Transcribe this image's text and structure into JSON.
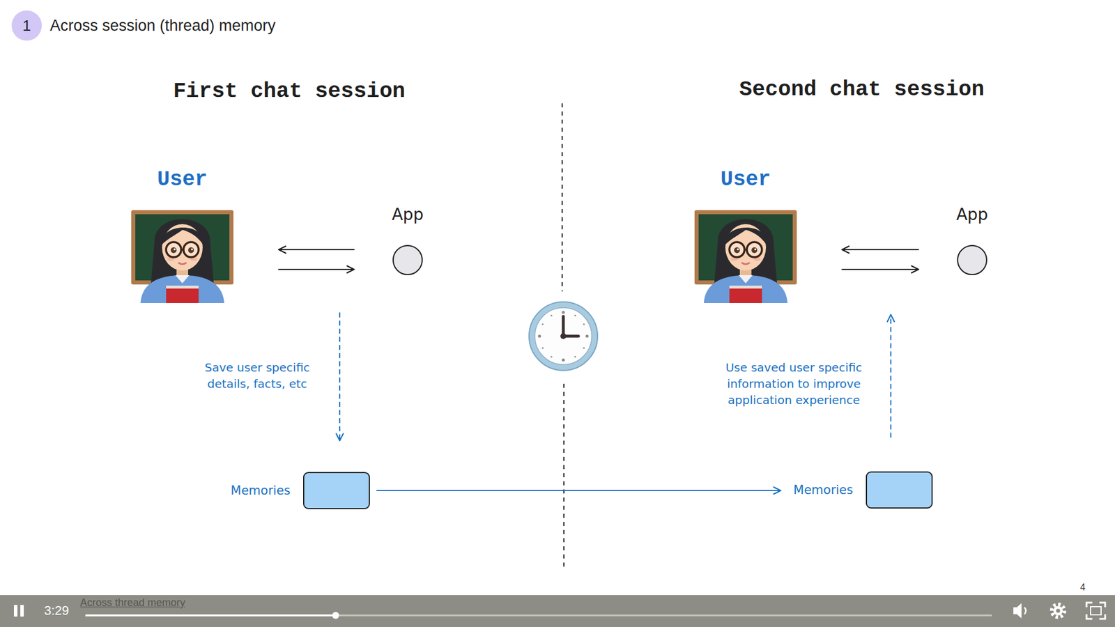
{
  "diagram": {
    "title": "Across session (thread) memory",
    "nodes": [
      {
        "text": [
          "1"
        ]
      },
      {
        "text": [
          "User"
        ]
      },
      {
        "text": [
          "App"
        ]
      },
      {
        "text": [
          "Memories"
        ]
      },
      {
        "text": [
          "User"
        ]
      },
      {
        "text": [
          "App"
        ]
      },
      {
        "text": [
          "Memories"
        ]
      }
    ],
    "edges": [
      {
        "from": 2,
        "to": 1,
        "arrow": "to"
      },
      {
        "from": 1,
        "to": 2,
        "arrow": "to"
      },
      {
        "from": 1,
        "to": 3,
        "label": "Save user specific details, facts, etc",
        "arrow": "to"
      },
      {
        "from": 3,
        "to": 6,
        "arrow": "to"
      },
      {
        "from": 5,
        "to": 4,
        "arrow": "to"
      },
      {
        "from": 4,
        "to": 5,
        "arrow": "to"
      },
      {
        "from": 6,
        "to": 4,
        "label": "Use saved user specific information to improve application experience",
        "arrow": "to"
      }
    ],
    "labels": [
      "First chat session",
      "Second chat session",
      "3:29",
      "Across thread memory",
      "4"
    ]
  }
}
